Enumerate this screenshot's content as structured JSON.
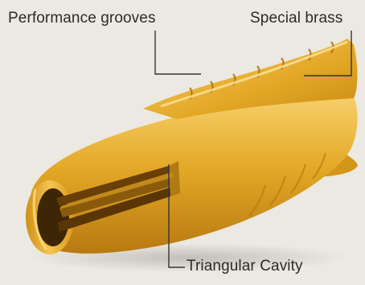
{
  "labels": {
    "grooves": "Performance grooves",
    "brass": "Special brass",
    "cavity": "Triangular Cavity"
  },
  "colors": {
    "background": "#ebe9e1",
    "brass_light": "#f3c153",
    "brass_mid": "#dca11e",
    "brass_dark": "#9a5f07",
    "cavity": "#3c2606",
    "callout_line": "#333333"
  }
}
